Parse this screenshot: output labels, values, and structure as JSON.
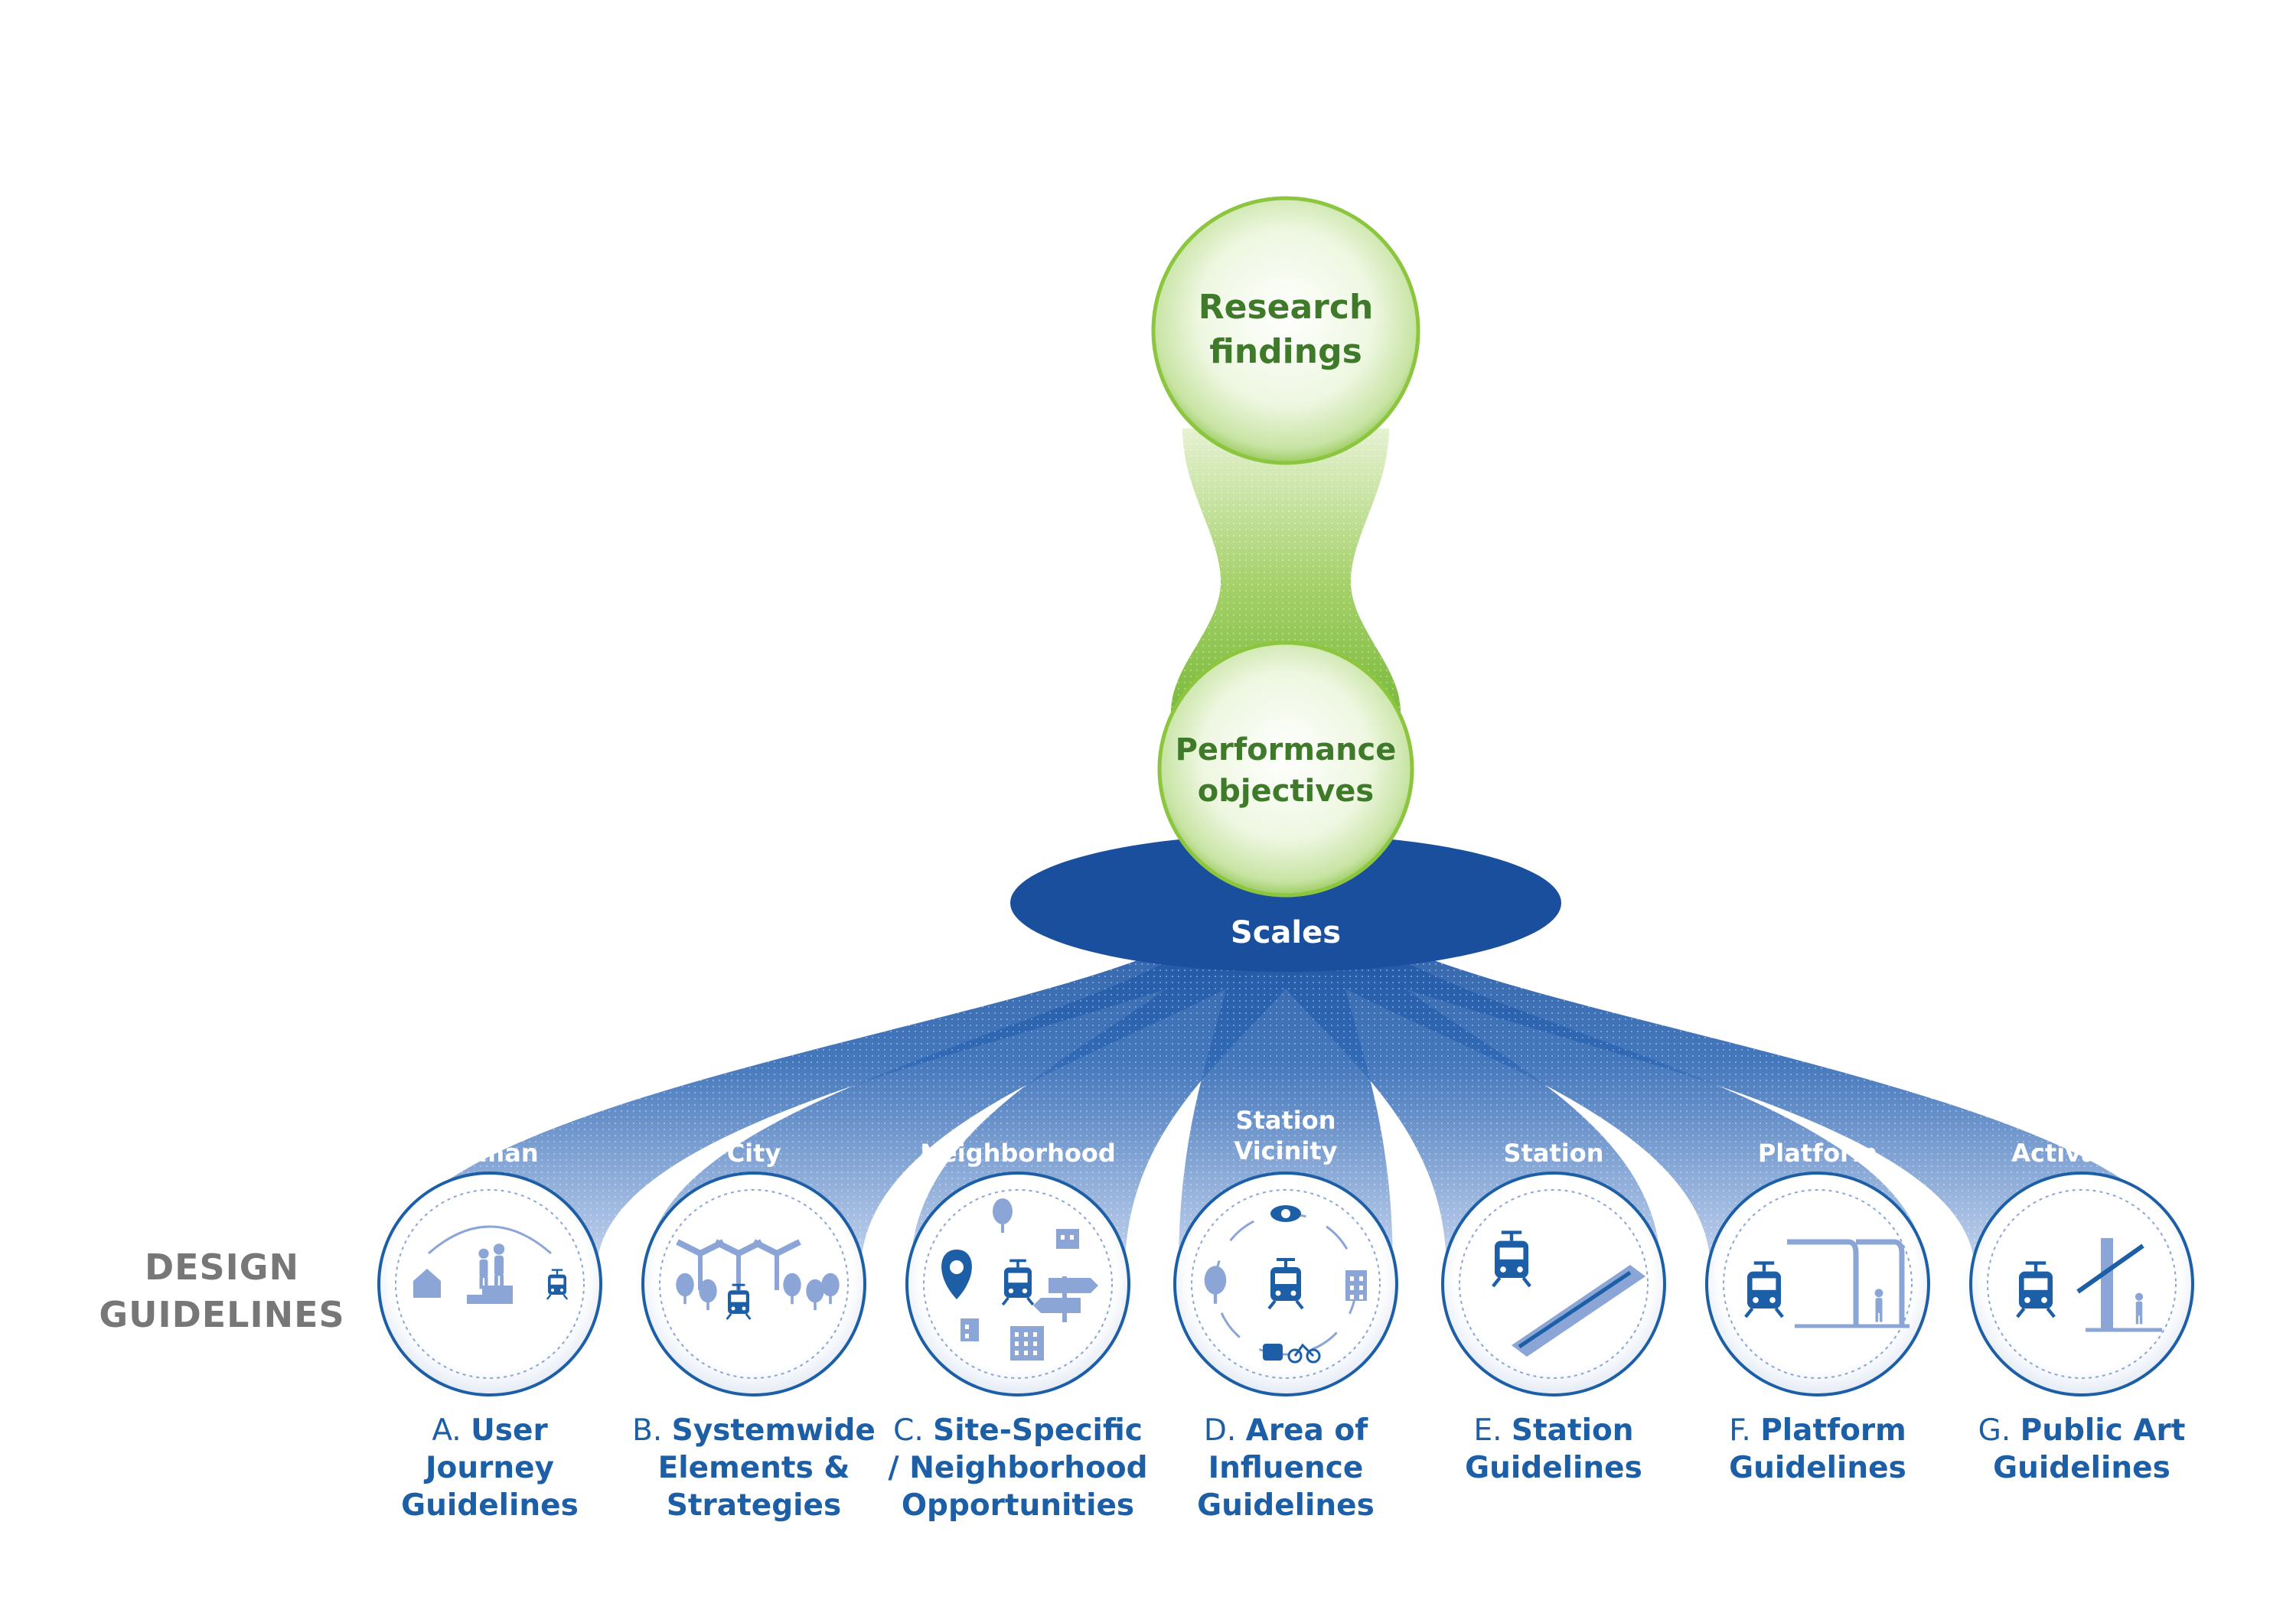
{
  "hub": {
    "top": "Research findings",
    "top_lines": [
      "Research",
      "findings"
    ],
    "middle": "Performance objectives",
    "middle_lines": [
      "Performance",
      "objectives"
    ],
    "scales_label": "Scales"
  },
  "side_title": {
    "line1": "DESIGN",
    "line2": "GUIDELINES"
  },
  "colors": {
    "green": "#8cc63f",
    "green_text": "#3e7a2a",
    "blue": "#1d5fa6",
    "blue_light": "#8aa5d6",
    "gray": "#777777"
  },
  "guidelines": [
    {
      "scale": "Human",
      "letter": "A.",
      "name": "User Journey Guidelines",
      "icons": [
        "house-icon",
        "people-stairs-icon",
        "train-icon"
      ]
    },
    {
      "scale": "City",
      "letter": "B.",
      "name": "Systemwide Elements & Strategies",
      "icons": [
        "canopy-icon",
        "trees-icon",
        "train-icon"
      ]
    },
    {
      "scale": "Neighborhood",
      "letter": "C.",
      "name": "Site-Specific / Neighborhood Opportunities",
      "icons": [
        "map-pin-icon",
        "train-icon",
        "signpost-icon",
        "buildings-icon"
      ]
    },
    {
      "scale": "Station Vicinity",
      "letter": "D.",
      "name": "Area of Influence Guidelines",
      "icons": [
        "eye-icon",
        "tree-icon",
        "train-icon",
        "bus-icon",
        "bike-icon"
      ]
    },
    {
      "scale": "Station",
      "letter": "E.",
      "name": "Station Guidelines",
      "icons": [
        "train-icon",
        "platform-icon"
      ]
    },
    {
      "scale": "Platform",
      "letter": "F.",
      "name": "Platform Guidelines",
      "icons": [
        "train-icon",
        "canopy-icon",
        "person-icon"
      ]
    },
    {
      "scale": "Activation",
      "letter": "G.",
      "name": "Public Art Guidelines",
      "icons": [
        "train-icon",
        "art-sculpture-icon",
        "person-icon"
      ]
    }
  ],
  "guideline_label_lines": [
    [
      "User",
      "Journey",
      "Guidelines"
    ],
    [
      "Systemwide",
      "Elements &",
      "Strategies"
    ],
    [
      "Site-Specific",
      "/ Neighborhood",
      "Opportunities"
    ],
    [
      "Area of",
      "Influence",
      "Guidelines"
    ],
    [
      "Station",
      "Guidelines"
    ],
    [
      "Platform",
      "Guidelines"
    ],
    [
      "Public Art",
      "Guidelines"
    ]
  ]
}
